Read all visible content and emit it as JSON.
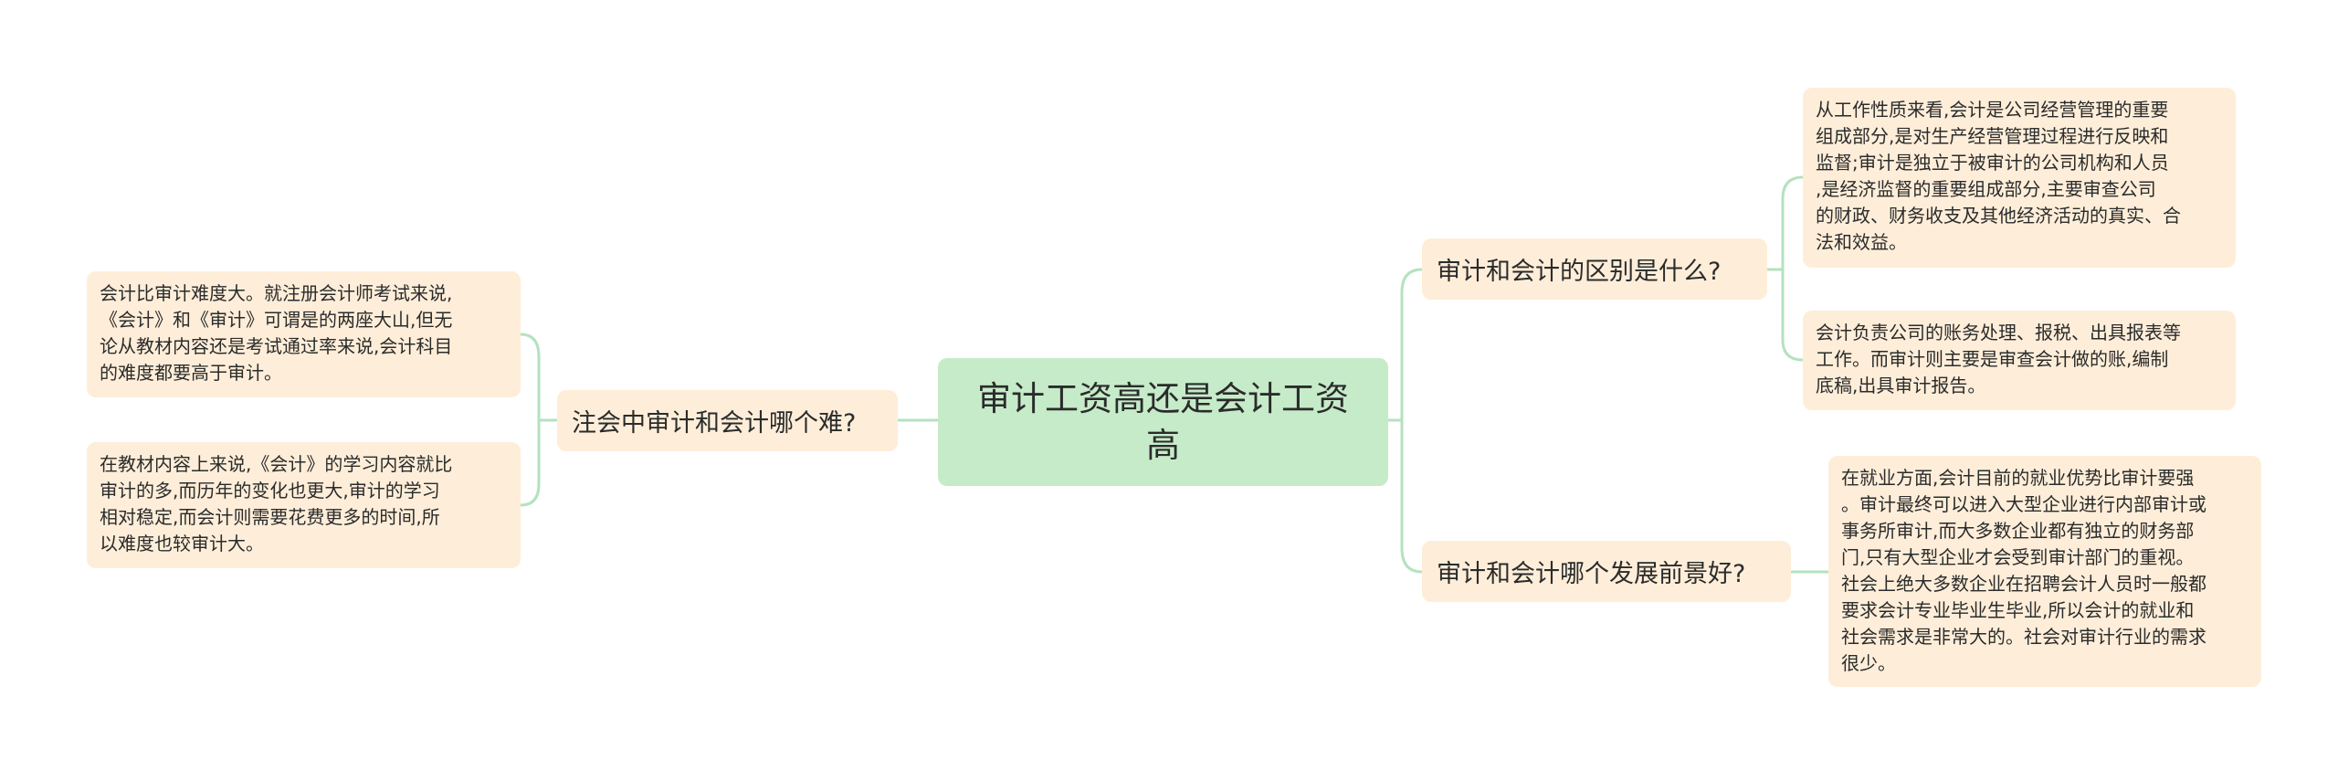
{
  "root": {
    "title": "审计工资高还是会计工资高"
  },
  "branches": {
    "left": {
      "label": "注会中审计和会计哪个难?"
    },
    "right_top": {
      "label": "审计和会计的区别是什么?"
    },
    "right_bottom": {
      "label": "审计和会计哪个发展前景好?"
    }
  },
  "leaves": {
    "left_1": "会计比审计难度大。就注册会计师考试来说,\n《会计》和《审计》可谓是的两座大山,但无\n论从教材内容还是考试通过率来说,会计科目\n的难度都要高于审计。",
    "left_2": "在教材内容上来说,《会计》的学习内容就比\n审计的多,而历年的变化也更大,审计的学习\n相对稳定,而会计则需要花费更多的时间,所\n以难度也较审计大。",
    "right_1": "从工作性质来看,会计是公司经营管理的重要\n组成部分,是对生产经营管理过程进行反映和\n监督;审计是独立于被审计的公司机构和人员\n,是经济监督的重要组成部分,主要审查公司\n的财政、财务收支及其他经济活动的真实、合\n法和效益。",
    "right_2": "会计负责公司的账务处理、报税、出具报表等\n工作。而审计则主要是审查会计做的账,编制\n底稿,出具审计报告。",
    "right_3": "在就业方面,会计目前的就业优势比审计要强\n。审计最终可以进入大型企业进行内部审计或\n事务所审计,而大多数企业都有独立的财务部\n门,只有大型企业才会受到审计部门的重视。\n社会上绝大多数企业在招聘会计人员时一般都\n要求会计专业毕业生毕业,所以会计的就业和\n社会需求是非常大的。社会对审计行业的需求\n很少。"
  },
  "colors": {
    "root_fill": "#c6ebc9",
    "node_fill": "#feeed9",
    "connector": "#b4e2bf"
  }
}
